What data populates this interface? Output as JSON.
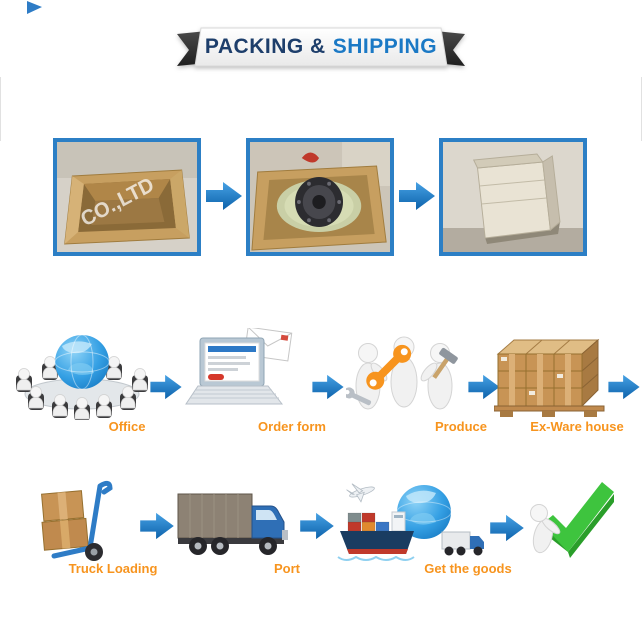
{
  "banner": {
    "left": "PACKING &",
    "right": "SHIPPING"
  },
  "photos": {
    "watermark": "CO.,LTD",
    "items": [
      {
        "name": "empty packing box photo"
      },
      {
        "name": "motor packed inside box photo"
      },
      {
        "name": "sealed plywood export case photo"
      }
    ]
  },
  "flow_row1": {
    "steps": [
      {
        "label": "Office",
        "icon": "office-globe-meeting-icon"
      },
      {
        "label": "Order form",
        "icon": "laptop-order-form-icon"
      },
      {
        "label": "Produce",
        "icon": "workers-with-tools-icon"
      },
      {
        "label": "Ex-Ware house",
        "icon": "warehouse-pallet-boxes-icon"
      }
    ]
  },
  "flow_row2": {
    "steps": [
      {
        "label": "Truck Loading",
        "icon": "hand-truck-boxes-icon"
      },
      {
        "label": "Port",
        "icon": "cargo-truck-icon"
      },
      {
        "label": "Get the goods",
        "icon": "ship-globe-plane-truck-icon"
      },
      {
        "icon": "green-check-figure-icon"
      }
    ]
  },
  "colors": {
    "arrow_blue": "#1e7fc9",
    "label_orange": "#f7941e",
    "banner_navy": "#1d3e6b",
    "banner_blue": "#1b79c5"
  }
}
